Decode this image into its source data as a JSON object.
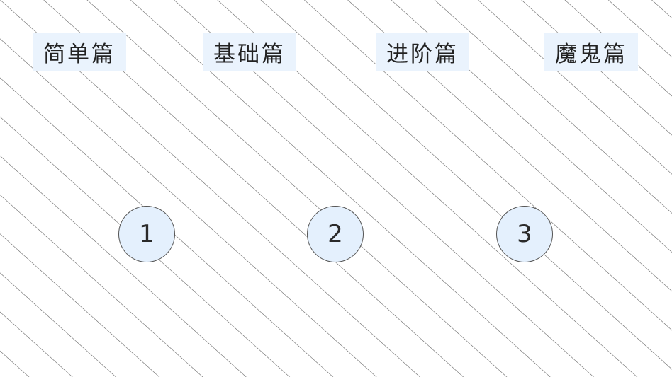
{
  "background": {
    "pattern": "diagonal-hatching",
    "line_color": "#555555",
    "fill_color": "#ffffff"
  },
  "labels": [
    {
      "text": "简单篇"
    },
    {
      "text": "基础篇"
    },
    {
      "text": "进阶篇"
    },
    {
      "text": "魔鬼篇"
    }
  ],
  "steps": [
    {
      "number": "1"
    },
    {
      "number": "2"
    },
    {
      "number": "3"
    }
  ],
  "colors": {
    "label_fill": "#eaf3fd",
    "circle_fill": "#e4f0fd",
    "circle_stroke": "#555555",
    "text": "#222222"
  }
}
